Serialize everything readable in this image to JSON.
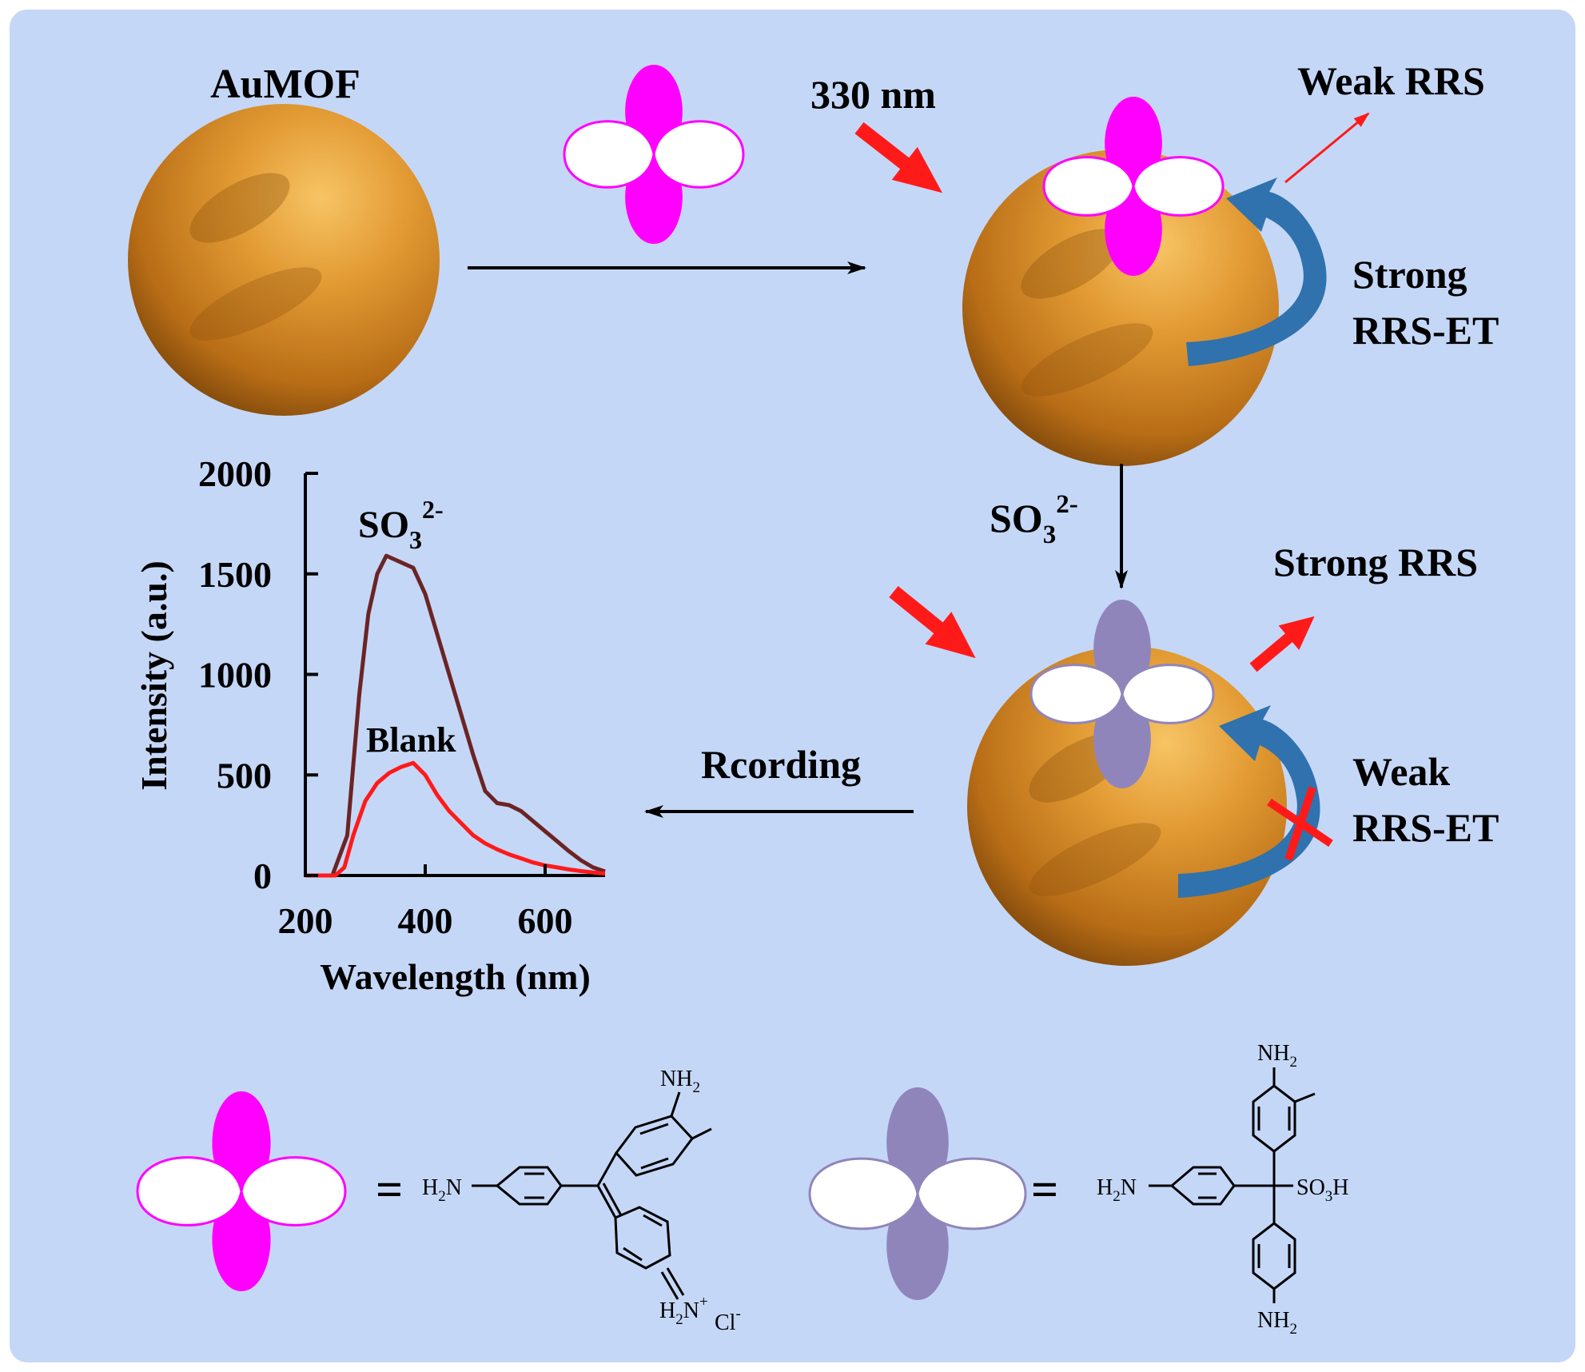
{
  "labels": {
    "aumof": "AuMOF",
    "excitation": "330 nm",
    "weak_rrs": "Weak RRS",
    "strong_rrs_et_1": "Strong",
    "strong_rrs_et_2": "RRS-ET",
    "sulfite_base": "SO",
    "sulfite_sub": "3",
    "sulfite_sup": "2-",
    "strong_rrs": "Strong RRS",
    "weak_rrs_et_1": "Weak",
    "weak_rrs_et_2": "RRS-ET",
    "recording": "Rcording"
  },
  "legend": {
    "equals": "=",
    "dye_amine_left": "H",
    "dye_amine_left_sub": "2",
    "dye_amine_left_n": "N",
    "dye_nh2_top": "NH",
    "dye_nh2_top_sub": "2",
    "dye_iminium": "H",
    "dye_iminium_sub": "2",
    "dye_iminium_n": "N",
    "dye_iminium_sup": "+",
    "dye_counterion": "Cl",
    "dye_counterion_sup": "-",
    "adduct_amine_left": "H",
    "adduct_amine_left_sub": "2",
    "adduct_amine_left_n": "N",
    "adduct_nh2_top": "NH",
    "adduct_nh2_top_sub": "2",
    "adduct_nh2_bottom": "NH",
    "adduct_nh2_bottom_sub": "2",
    "adduct_so3h_a": "SO",
    "adduct_so3h_sub": "3",
    "adduct_so3h_b": "H"
  },
  "colors": {
    "panel": "#c5d7f7",
    "particle": "#d98a22",
    "dye": "#ff00ff",
    "adduct": "#9085bb",
    "arrow_red": "#ff1a1a",
    "arrow_blue": "#2f72ad",
    "curve_sulfite": "#6b2424",
    "curve_blank": "#ff1a1a"
  },
  "chart_data": {
    "type": "line",
    "xlabel": "Wavelength (nm)",
    "ylabel": "Intensity (a.u.)",
    "xlim": [
      200,
      700
    ],
    "ylim": [
      0,
      2000
    ],
    "xticks": [
      200,
      400,
      600
    ],
    "yticks": [
      0,
      500,
      1000,
      1500,
      2000
    ],
    "series": [
      {
        "name": "SO3 2-",
        "label_main": "SO",
        "label_sub": "3",
        "label_sup": "2-",
        "x": [
          200,
          245,
          270,
          290,
          305,
          320,
          335,
          350,
          365,
          380,
          400,
          420,
          440,
          460,
          480,
          500,
          520,
          540,
          560,
          580,
          600,
          620,
          640,
          660,
          680,
          700
        ],
        "y": [
          0,
          0,
          200,
          900,
          1300,
          1500,
          1590,
          1570,
          1550,
          1530,
          1400,
          1200,
          1000,
          800,
          600,
          420,
          360,
          350,
          320,
          270,
          220,
          170,
          120,
          75,
          40,
          20
        ]
      },
      {
        "name": "Blank",
        "x": [
          200,
          250,
          265,
          280,
          300,
          320,
          340,
          360,
          380,
          400,
          420,
          440,
          460,
          480,
          500,
          520,
          540,
          560,
          580,
          600,
          620,
          640,
          660,
          680,
          700
        ],
        "y": [
          0,
          0,
          40,
          200,
          370,
          460,
          510,
          540,
          560,
          500,
          400,
          320,
          260,
          200,
          160,
          130,
          105,
          85,
          65,
          50,
          40,
          30,
          22,
          15,
          10
        ]
      }
    ]
  }
}
